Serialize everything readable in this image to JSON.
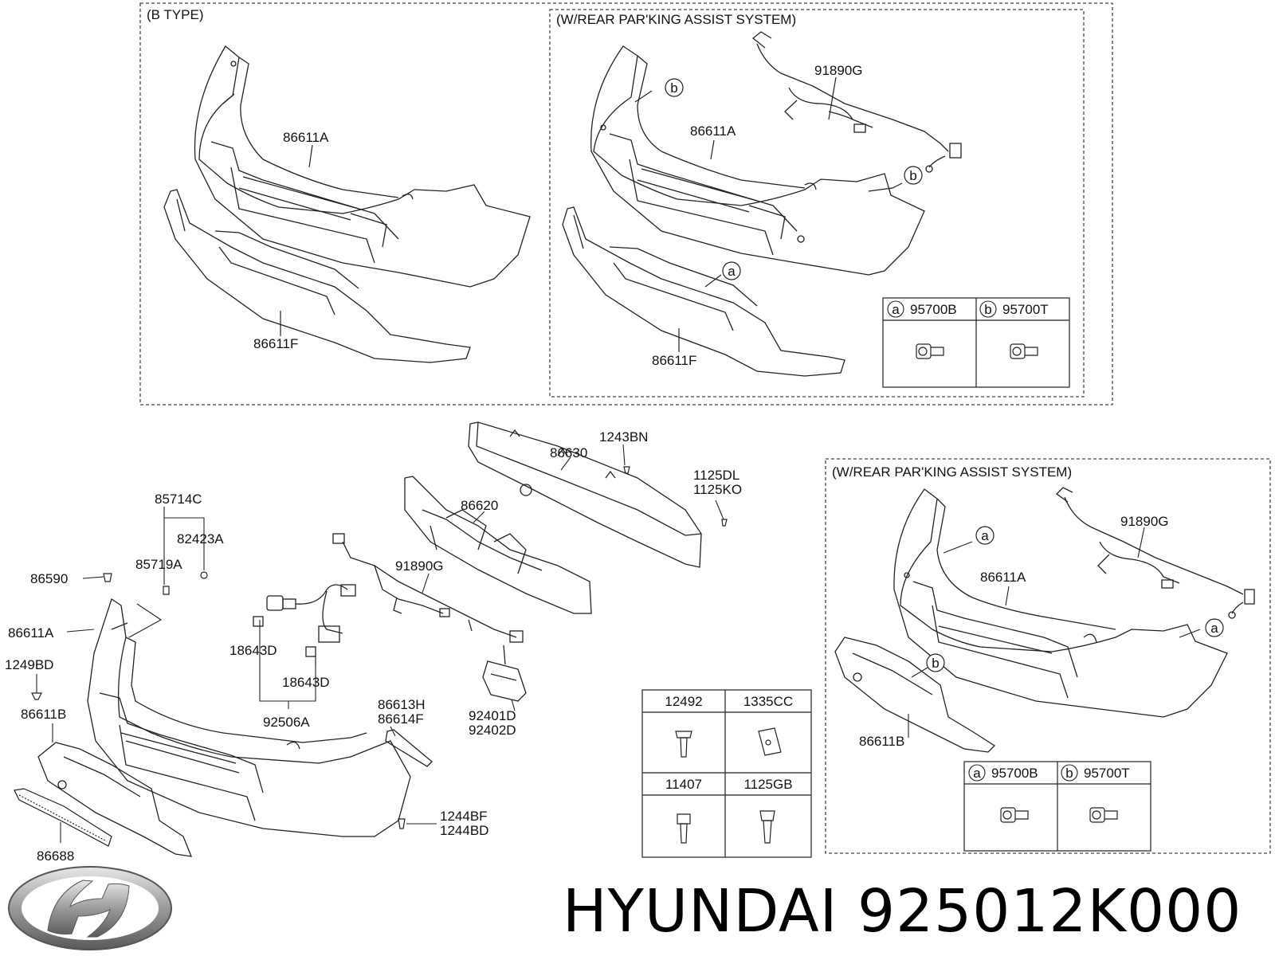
{
  "sections": {
    "b_type": "(B TYPE)",
    "rpas_top": "(W/REAR PAR'KING ASSIST SYSTEM)",
    "rpas_bottom": "(W/REAR PAR'KING ASSIST SYSTEM)"
  },
  "labels": {
    "b_86611A": "86611A",
    "b_86611F": "86611F",
    "t_91890G": "91890G",
    "t_86611A": "86611A",
    "t_86611F": "86611F",
    "m_86630": "86630",
    "m_1243BN": "1243BN",
    "m_1125DL": "1125DL",
    "m_1125KO": "1125KO",
    "m_86620": "86620",
    "m_85714C": "85714C",
    "m_82423A": "82423A",
    "m_85719A": "85719A",
    "m_86590": "86590",
    "m_86611A": "86611A",
    "m_1249BD": "1249BD",
    "m_86611B": "86611B",
    "m_86688": "86688",
    "m_91890G": "91890G",
    "m_18643D_1": "18643D",
    "m_18643D_2": "18643D",
    "m_92506A": "92506A",
    "m_86613H": "86613H",
    "m_86614F": "86614F",
    "m_92401D": "92401D",
    "m_92402D": "92402D",
    "m_1244BF": "1244BF",
    "m_1244BD": "1244BD",
    "r_91890G": "91890G",
    "r_86611A": "86611A",
    "r_86611B": "86611B"
  },
  "callouts": {
    "a": "a",
    "b": "b"
  },
  "sensor_table_top": {
    "a_part": "95700B",
    "b_part": "95700T"
  },
  "sensor_table_bottom": {
    "a_part": "95700B",
    "b_part": "95700T"
  },
  "fastener_table": {
    "c1": "12492",
    "c2": "1335CC",
    "c3": "11407",
    "c4": "1125GB"
  },
  "brand_caption": "HYUNDAI 925012K000",
  "logo_name": "hyundai-logo"
}
